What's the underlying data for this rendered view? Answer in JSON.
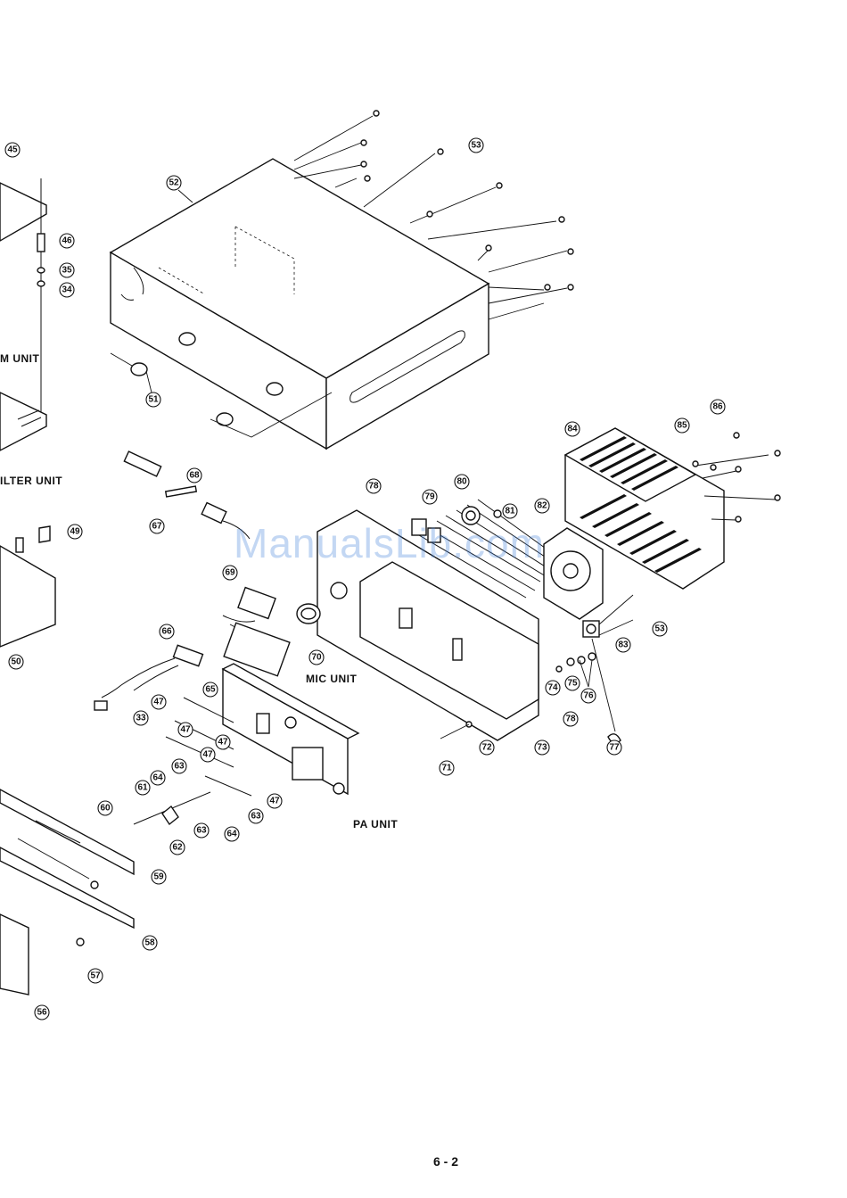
{
  "page_number": "6 - 2",
  "watermark": "ManualsLib.com",
  "unit_labels": {
    "m_unit": "M UNIT",
    "filter_unit": "ILTER UNIT",
    "mic_unit": "MIC UNIT",
    "pa_unit": "PA UNIT"
  },
  "callouts": [
    "45",
    "46",
    "35",
    "34",
    "52",
    "53",
    "51",
    "49",
    "50",
    "68",
    "67",
    "78",
    "79",
    "80",
    "81",
    "82",
    "84",
    "85",
    "86",
    "69",
    "70",
    "66",
    "65",
    "47",
    "33",
    "63",
    "64",
    "61",
    "60",
    "62",
    "59",
    "58",
    "57",
    "56",
    "71",
    "72",
    "73",
    "74",
    "75",
    "76",
    "77",
    "83"
  ]
}
